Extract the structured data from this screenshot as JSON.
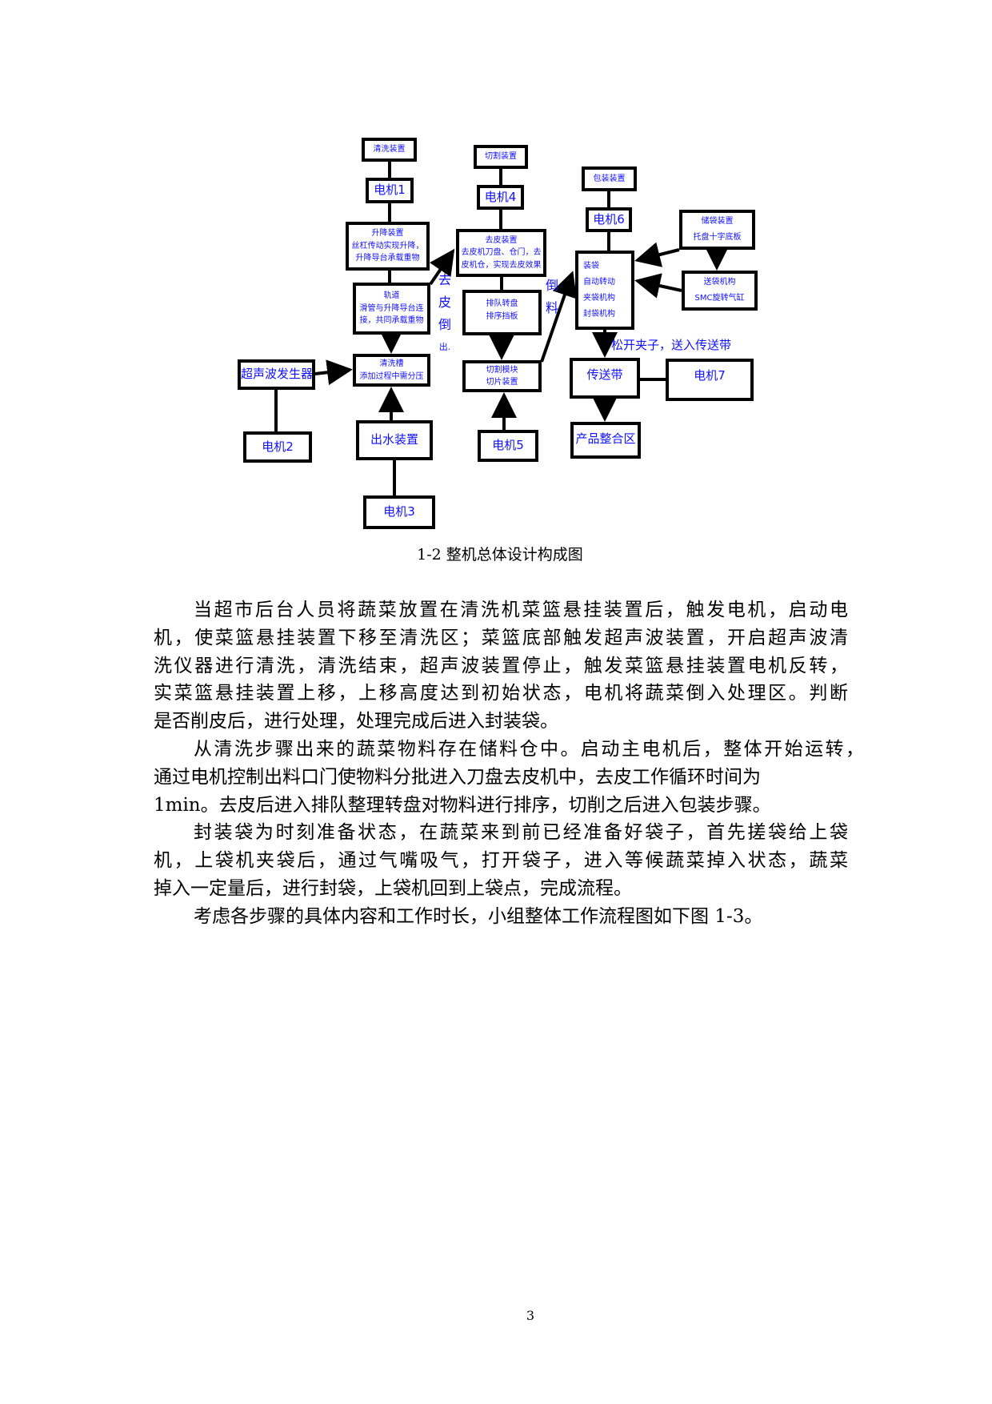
{
  "diagram": {
    "boxes": {
      "wash_device": [
        "清洗装置"
      ],
      "motor1": [
        "电机1"
      ],
      "lift_device": [
        "升降装置",
        "丝杠传动实现升降，",
        "升降导台承载重物"
      ],
      "track": [
        "轨道",
        "滑管与升降导台连",
        "接，共同承载重物"
      ],
      "wash_tank": [
        "清洗槽",
        "添加过程中需分压"
      ],
      "ultrasonic": [
        "超声波发生器"
      ],
      "motor2": [
        "电机2"
      ],
      "water_outlet": [
        "出水装置"
      ],
      "motor3": [
        "电机3"
      ],
      "cutting_device": [
        "切割装置"
      ],
      "motor4": [
        "电机4"
      ],
      "peeling_device": [
        "去皮装置",
        "去皮机刀盘、仓门，去",
        "皮机仓，实现去皮效果"
      ],
      "queue_turntable": [
        "排队转盘",
        "排序挡板"
      ],
      "cutting_module": [
        "切割模块",
        "切片装置"
      ],
      "motor5": [
        "电机5"
      ],
      "packing_device": [
        "包装装置"
      ],
      "motor6": [
        "电机6"
      ],
      "bagging": [
        "装袋",
        "自动转动",
        "夹袋机构",
        "封袋机构"
      ],
      "bag_storage": [
        "储袋装置",
        "托盘十字底板"
      ],
      "bag_feed": [
        "送袋机构",
        "SMC旋转气缸"
      ],
      "conveyor": [
        "传送带"
      ],
      "motor7": [
        "电机7"
      ],
      "product_area": [
        "产品整合区"
      ]
    },
    "labels": {
      "peel_out": [
        "去",
        "皮",
        "倒",
        "出."
      ],
      "pour": [
        "倒",
        "料"
      ],
      "release": "松开夹子，送入传送带"
    },
    "line_color": "#000000",
    "text_color": "#1010ff"
  },
  "caption": "1-2  整机总体设计构成图",
  "paragraphs": [
    [
      "当超市后台人员将蔬菜放置在清洗机菜篮悬挂装置后，触发电机，启动电",
      "机，使菜篮悬挂装置下移至清洗区；菜篮底部触发超声波装置，开启超声波清",
      "洗仪器进行清洗，清洗结束，超声波装置停止，触发菜篮悬挂装置电机反转，",
      "实菜篮悬挂装置上移，上移高度达到初始状态，电机将蔬菜倒入处理区。判断",
      "是否削皮后，进行处理，处理完成后进入封装袋。"
    ],
    [
      "从清洗步骤出来的蔬菜物料存在储料仓中。启动主电机后，整体开始运转，",
      "通过电机控制出料口门使物料分批进入刀盘去皮机中，去皮工作循环时间为",
      "1min。去皮后进入排队整理转盘对物料进行排序，切削之后进入包装步骤。"
    ],
    [
      "封装袋为时刻准备状态，在蔬菜来到前已经准备好袋子，首先搓袋给上袋",
      "机，上袋机夹袋后，通过气嘴吸气，打开袋子，进入等候蔬菜掉入状态，蔬菜",
      "掉入一定量后，进行封袋，上袋机回到上袋点，完成流程。"
    ],
    [
      "考虑各步骤的具体内容和工作时长，小组整体工作流程图如下图 1-3。"
    ]
  ],
  "page_number": "3"
}
